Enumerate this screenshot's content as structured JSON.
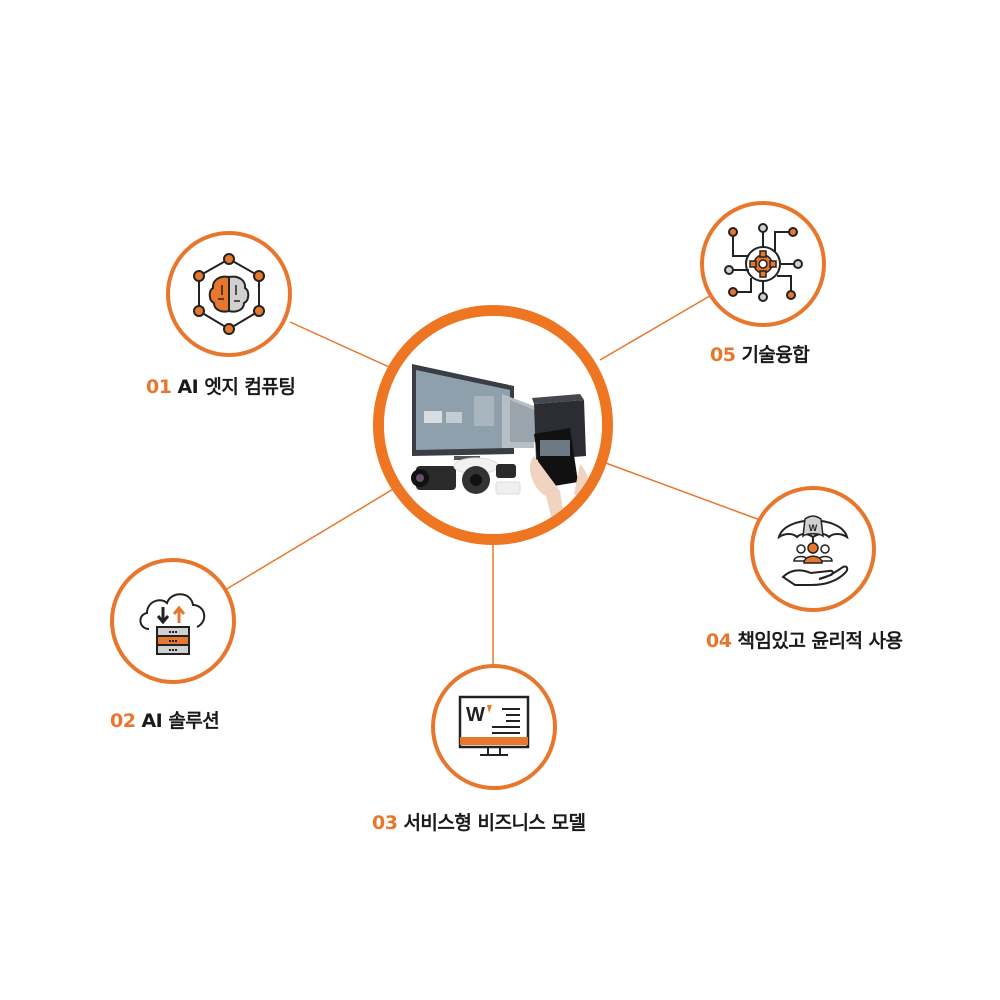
{
  "colors": {
    "accent": "#e8772e",
    "text": "#1a1a1a",
    "icon_gray": "#d0d0d0",
    "line": "#222222"
  },
  "center": {
    "name": "AI video surveillance products",
    "icon": "cctv-monitor-phone-image"
  },
  "nodes": [
    {
      "number": "01",
      "title": "AI 엣지 컴퓨팅",
      "icon": "brain-network-icon"
    },
    {
      "number": "02",
      "title": "AI 솔루션",
      "icon": "cloud-server-icon"
    },
    {
      "number": "03",
      "title": "서비스형 비즈니스 모델",
      "icon": "monitor-w-logo-icon"
    },
    {
      "number": "04",
      "title": "책임있고 윤리적 사용",
      "icon": "umbrella-people-hand-icon"
    },
    {
      "number": "05",
      "title": "기술융합",
      "icon": "gear-circuit-icon"
    }
  ]
}
